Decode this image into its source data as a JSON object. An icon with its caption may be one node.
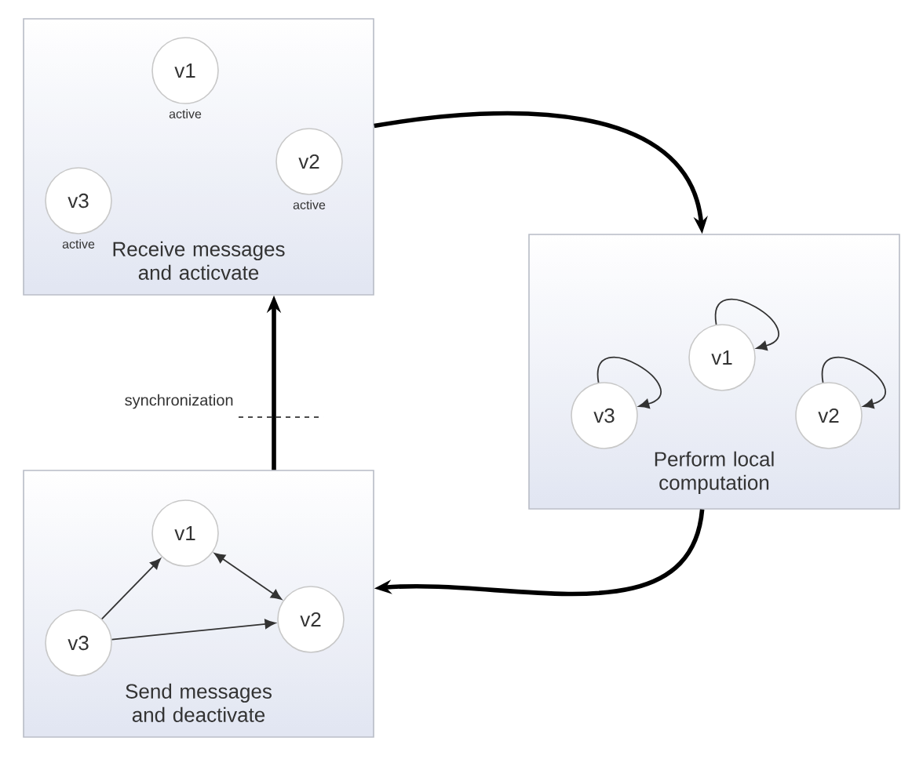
{
  "diagram": {
    "nodes": [
      {
        "text": [
          "Receive messages and acticvate"
        ]
      },
      {
        "text": [
          "v1"
        ],
        "in": 0,
        "beside": [
          "active"
        ]
      },
      {
        "text": [
          "v2"
        ],
        "in": 0,
        "beside": [
          "active"
        ]
      },
      {
        "text": [
          "v3"
        ],
        "in": 0,
        "beside": [
          "active"
        ]
      },
      {
        "text": [
          "Perform local computation"
        ]
      },
      {
        "text": [
          "v1"
        ],
        "in": 4
      },
      {
        "text": [
          "v3"
        ],
        "in": 4
      },
      {
        "text": [
          "v2"
        ],
        "in": 4
      },
      {
        "text": [
          "Send messages and deactivate"
        ]
      },
      {
        "text": [
          "v1"
        ],
        "in": 8
      },
      {
        "text": [
          "v3"
        ],
        "in": 8
      },
      {
        "text": [
          "v2"
        ],
        "in": 8
      }
    ],
    "edges": [
      {
        "from": 0,
        "to": 4,
        "arrow": "to",
        "style": "thick"
      },
      {
        "from": 4,
        "to": 8,
        "arrow": "to",
        "style": "thick"
      },
      {
        "from": 8,
        "to": 0,
        "arrow": "to",
        "style": "thick",
        "label": "synchronization"
      },
      {
        "from": 5,
        "to": 5,
        "arrow": "to"
      },
      {
        "from": 6,
        "to": 6,
        "arrow": "to"
      },
      {
        "from": 7,
        "to": 7,
        "arrow": "to"
      },
      {
        "from": 10,
        "to": 9,
        "arrow": "to"
      },
      {
        "from": 9,
        "to": 11,
        "arrow": "both"
      },
      {
        "from": 10,
        "to": 11,
        "arrow": "to"
      }
    ]
  }
}
